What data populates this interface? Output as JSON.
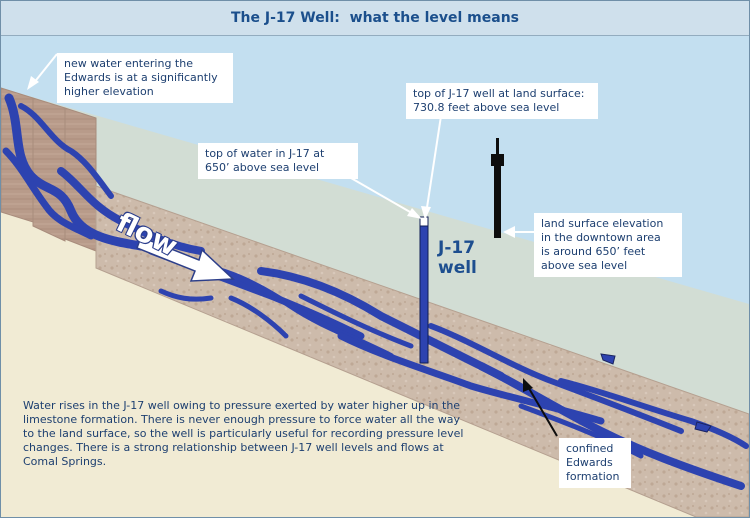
{
  "title": "The J-17 Well:  what the level means",
  "colors": {
    "sky": "#c3dff0",
    "land": "#f1ebd4",
    "ridge": "#d1dcd4",
    "water": "#2d43b0",
    "limestone": "#cbb7a7",
    "text": "#1d3f70"
  },
  "callouts": {
    "new_water": [
      "new water entering the",
      "Edwards is at a significantly",
      "higher elevation"
    ],
    "top_of_well": [
      "top of J-17 well at land surface:",
      "730.8 feet above sea level"
    ],
    "top_of_water": [
      "top of water in J-17 at",
      "650’ above sea level"
    ],
    "land_surface": [
      "land surface elevation",
      "in the downtown area",
      "is around 650’ feet",
      "above sea level"
    ],
    "confined": [
      "confined",
      "Edwards",
      "formation"
    ]
  },
  "labels": {
    "flow": "flow",
    "well": [
      "J-17",
      "well"
    ]
  },
  "explanation": "Water rises in the J-17 well owing to pressure exerted by water higher up in the limestone formation.  There is never enough pressure to force water all the way to the land surface, so the well is particularly useful for recording pressure level changes.  There is a strong relationship between J-17 well levels and flows at Comal Springs.",
  "icons": [
    "flow-arrow-icon",
    "well-marker-icon",
    "callout-pointer-icon"
  ]
}
